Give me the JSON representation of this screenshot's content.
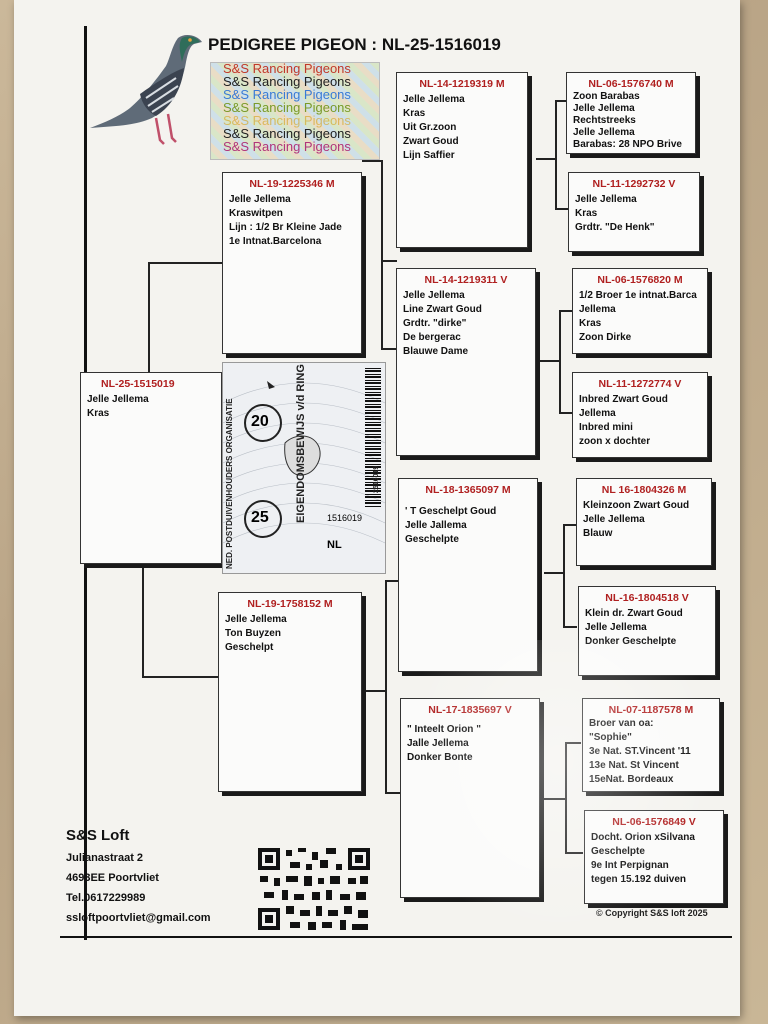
{
  "header": {
    "title_prefix": "PEDIGREE PIGEON : ",
    "title_ring": "NL-25-1516019"
  },
  "logo": {
    "lines": [
      "S&S Rancing Pigeons",
      "S&S Rancing Pigeons",
      "S&S Rancing Pigeons",
      "S&S Rancing Pigeons",
      "S&S Rancing Pigeons",
      "S&S Rancing Pigeons",
      "S&S Rancing Pigeons"
    ],
    "colors": [
      "#c0392b",
      "#222222",
      "#3a7bd5",
      "#7a9a2a",
      "#d4a017",
      "#222222",
      "#b0357a"
    ]
  },
  "pigeons": {
    "p0": {
      "id": "NL-25-1515019",
      "lines": [
        "Jelle Jellema",
        "Kras"
      ]
    },
    "p1": {
      "id": "NL-19-1225346 M",
      "lines": [
        "Jelle Jellema",
        "Kraswitpen",
        "Lijn : 1/2 Br Kleine Jade",
        "1e Intnat.Barcelona"
      ]
    },
    "p2": {
      "id": "NL-19-1758152 M",
      "lines": [
        "Jelle Jellema",
        "Ton Buyzen",
        "Geschelpt"
      ]
    },
    "p3": {
      "id": "NL-14-1219319 M",
      "lines": [
        "Jelle Jellema",
        "Kras",
        "Uit  Gr.zoon",
        "Zwart Goud",
        "Lijn Saffier"
      ]
    },
    "p4": {
      "id": "NL-14-1219311 V",
      "lines": [
        "Jelle  Jellema",
        "Line Zwart Goud",
        "Grdtr. \"dirke\"",
        "De bergerac",
        "Blauwe Dame"
      ]
    },
    "p5": {
      "id": "NL-18-1365097 M",
      "lines": [
        "' T Geschelpt Goud",
        "Jelle Jallema",
        "Geschelpte"
      ]
    },
    "p6": {
      "id": "NL-17-1835697 V",
      "lines": [
        "\" Inteelt Orion \"",
        "Jalle Jellema",
        "Donker Bonte"
      ]
    },
    "p7": {
      "id": "NL-06-1576740 M",
      "lines": [
        "Zoon Barabas",
        "Jelle Jellema",
        "Rechtstreeks",
        "Jelle Jellema",
        "Barabas: 28 NPO Brive"
      ]
    },
    "p8": {
      "id": "NL-11-1292732 V",
      "lines": [
        "Jelle Jellema",
        "Kras",
        "Grdtr. \"De Henk\""
      ]
    },
    "p9": {
      "id": "NL-06-1576820 M",
      "lines": [
        "1/2 Broer 1e intnat.Barca",
        "Jellema",
        "Kras",
        "Zoon Dirke"
      ]
    },
    "p10": {
      "id": "NL-11-1272774 V",
      "lines": [
        "Inbred Zwart Goud",
        "Jellema",
        "Inbred mini",
        "zoon x dochter"
      ]
    },
    "p11": {
      "id": "NL 16-1804326 M",
      "lines": [
        "Kleinzoon Zwart Goud",
        "Jelle Jellema",
        "Blauw"
      ]
    },
    "p12": {
      "id": "NL-16-1804518 V",
      "lines": [
        "Klein dr. Zwart Goud",
        "Jelle Jellema",
        "Donker Geschelpte"
      ]
    },
    "p13": {
      "id": "NL-07-1187578 M",
      "lines": [
        "Broer van oa:",
        "\"Sophie\"",
        "3e Nat. ST.Vincent  '11",
        "13e Nat. St Vincent",
        "15eNat. Bordeaux"
      ]
    },
    "p14": {
      "id": "NL-06-1576849 V",
      "lines": [
        "Docht. Orion xSilvana",
        "Geschelpte",
        "9e Int Perpignan",
        "tegen 15.192 duiven"
      ]
    }
  },
  "ring_card": {
    "org": "NED. POSTDUIVENHOUDERS ORGANISATIE",
    "title": "EIGENDOMSBEWIJS v/d RING",
    "year_top": "20",
    "year_bottom": "25",
    "country": "NL",
    "number": "1516019",
    "barcode_text": "2516019"
  },
  "contact": {
    "loft": "S&S Loft",
    "street": "Julianastraat 2",
    "city": "4693EE Poortvliet",
    "phone": "Tel.0617229989",
    "email": "ssloftpoortvliet@gmail.com"
  },
  "copyright": "© Copyright S&S loft 2025"
}
